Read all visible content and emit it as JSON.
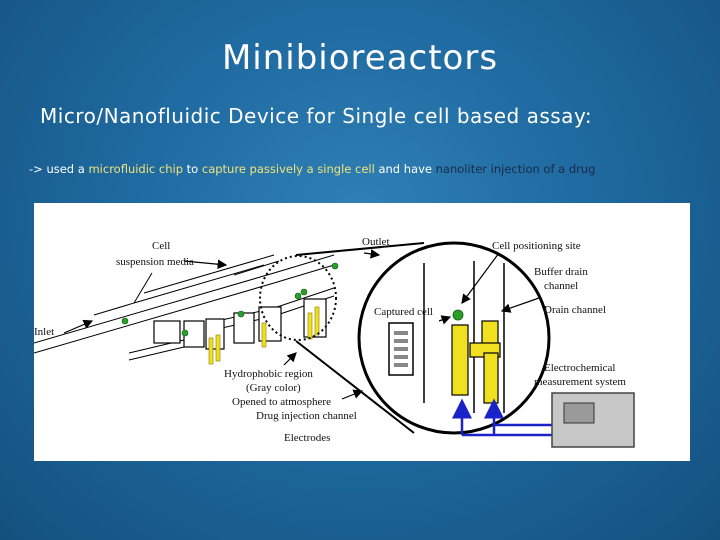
{
  "slide": {
    "title": "Minibioreactors",
    "subtitle": "Micro/Nanofluidic Device for Single cell based assay:",
    "bullet": {
      "prefix": "-> used a ",
      "p1": "microfluidic chip",
      "p2": " to ",
      "p3": "capture passively a single cell",
      "p4": " and have ",
      "p5": "nanoliter injection of a drug"
    }
  },
  "figure": {
    "labels": {
      "cell_suspension_1": "Cell",
      "cell_suspension_2": "suspension media",
      "outlet": "Outlet",
      "cell_positioning_site": "Cell positioning site",
      "buffer_drain_1": "Buffer drain",
      "buffer_drain_2": "channel",
      "captured_cell": "Captured cell",
      "drain_channel": "Drain channel",
      "inlet": "Inlet",
      "hydrophobic_1": "Hydrophobic region",
      "hydrophobic_2": "(Gray color)",
      "opened_atmosphere": "Opened to atmosphere",
      "drug_injection": "Drug injection channel",
      "electrodes": "Electrodes",
      "electrochem_1": "Electrochemical",
      "electrochem_2": "measurement system"
    }
  },
  "colors": {
    "background": "#1f6aa0",
    "highlight_yellow": "#f2e27a",
    "highlight_dark": "#1b2b48",
    "electrode_yellow": "#f0e020",
    "arrow_blue": "#1a22c8",
    "cell_green": "#2aa02a"
  }
}
